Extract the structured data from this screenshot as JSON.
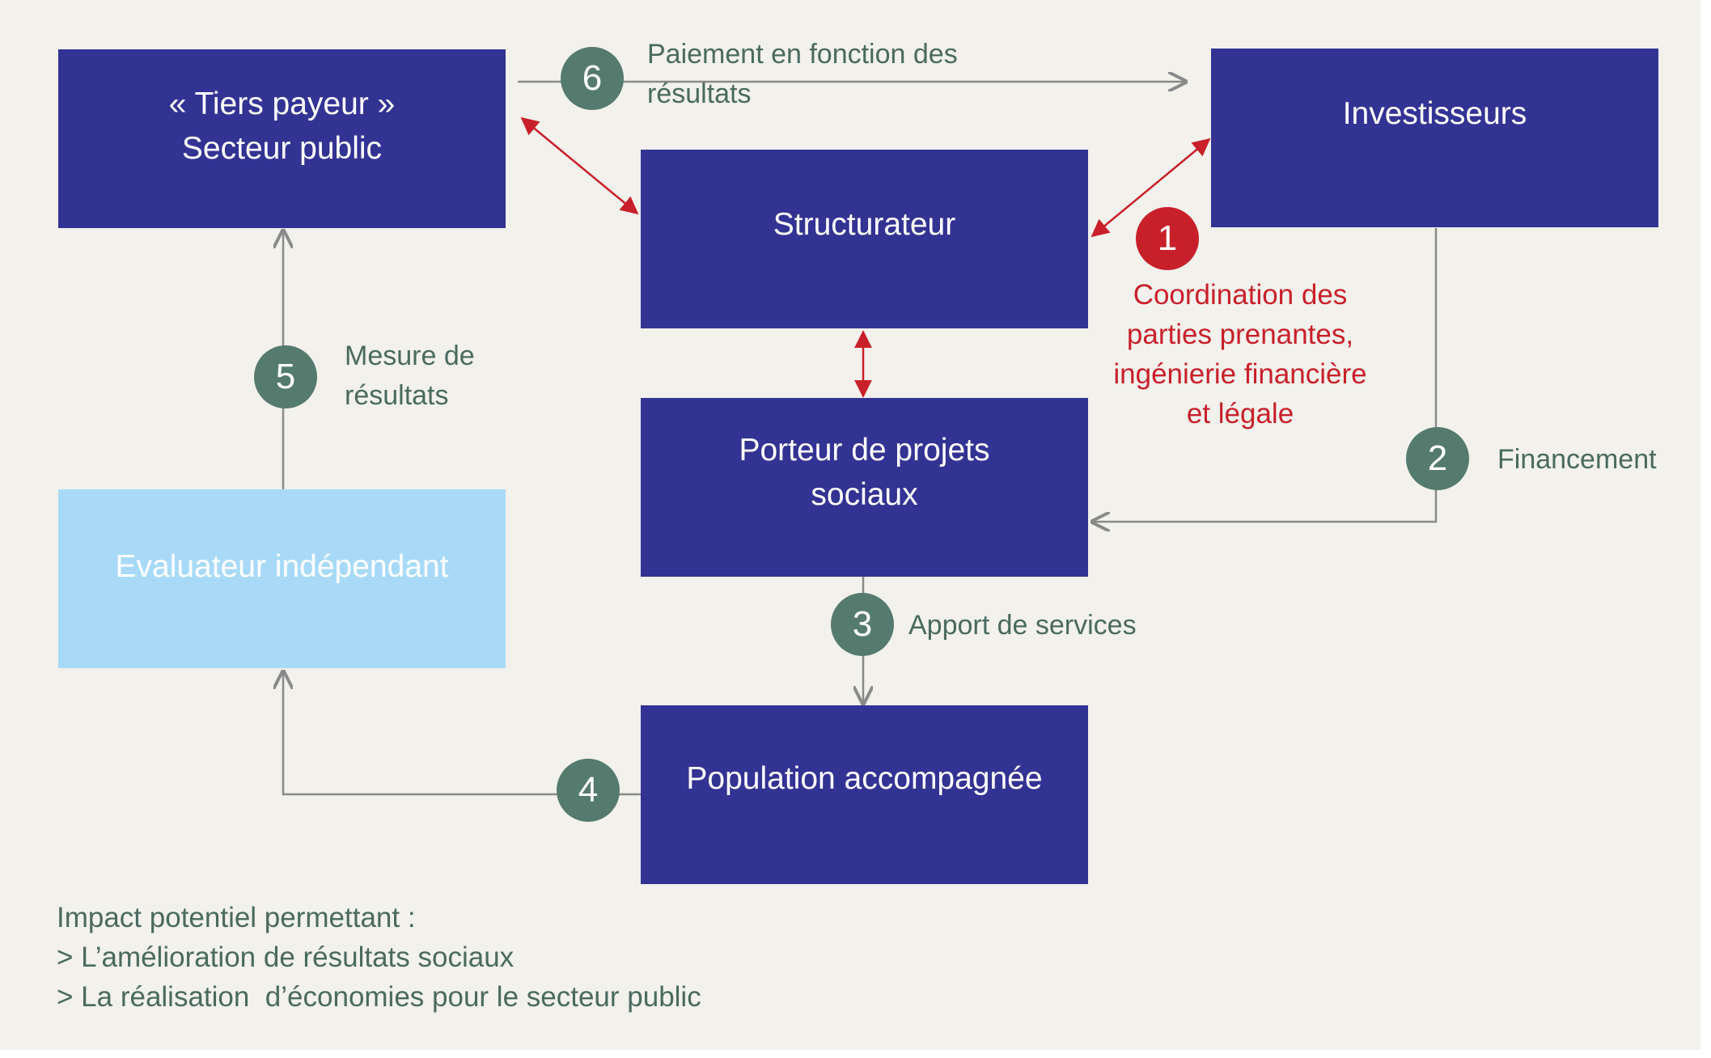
{
  "colors": {
    "box_dark": "#333393",
    "box_light": "#a8daf8",
    "step_circle": "#557a6e",
    "coordination_red": "#c8202a",
    "flow_arrow": "#8a8a8a",
    "label_text": "#4a6a5f",
    "background": "#f2f1ec"
  },
  "boxes": {
    "tiers_payeur": {
      "line1": "« Tiers payeur »",
      "line2": "Secteur public"
    },
    "investisseurs": {
      "line1": "Investisseurs"
    },
    "structurateur": {
      "line1": "Structurateur"
    },
    "porteur": {
      "line1": "Porteur de projets",
      "line2": "sociaux"
    },
    "evaluateur": {
      "line1": "Evaluateur indépendant"
    },
    "population": {
      "line1": "Population accompagnée"
    }
  },
  "steps": {
    "s1": {
      "number": "1",
      "lines": [
        "Coordination des",
        "parties prenantes,",
        "ingénierie financière",
        "et légale"
      ]
    },
    "s2": {
      "number": "2",
      "lines": [
        "Financement"
      ]
    },
    "s3": {
      "number": "3",
      "lines": [
        "Apport de services"
      ]
    },
    "s4": {
      "number": "4"
    },
    "s5": {
      "number": "5",
      "lines": [
        "Mesure de",
        "résultats"
      ]
    },
    "s6": {
      "number": "6",
      "lines": [
        "Paiement en fonction des",
        "résultats"
      ]
    }
  },
  "footer": {
    "lines": [
      "Impact potentiel permettant :",
      "> L’amélioration de résultats sociaux",
      "> La réalisation  d’économies pour le secteur public"
    ]
  }
}
